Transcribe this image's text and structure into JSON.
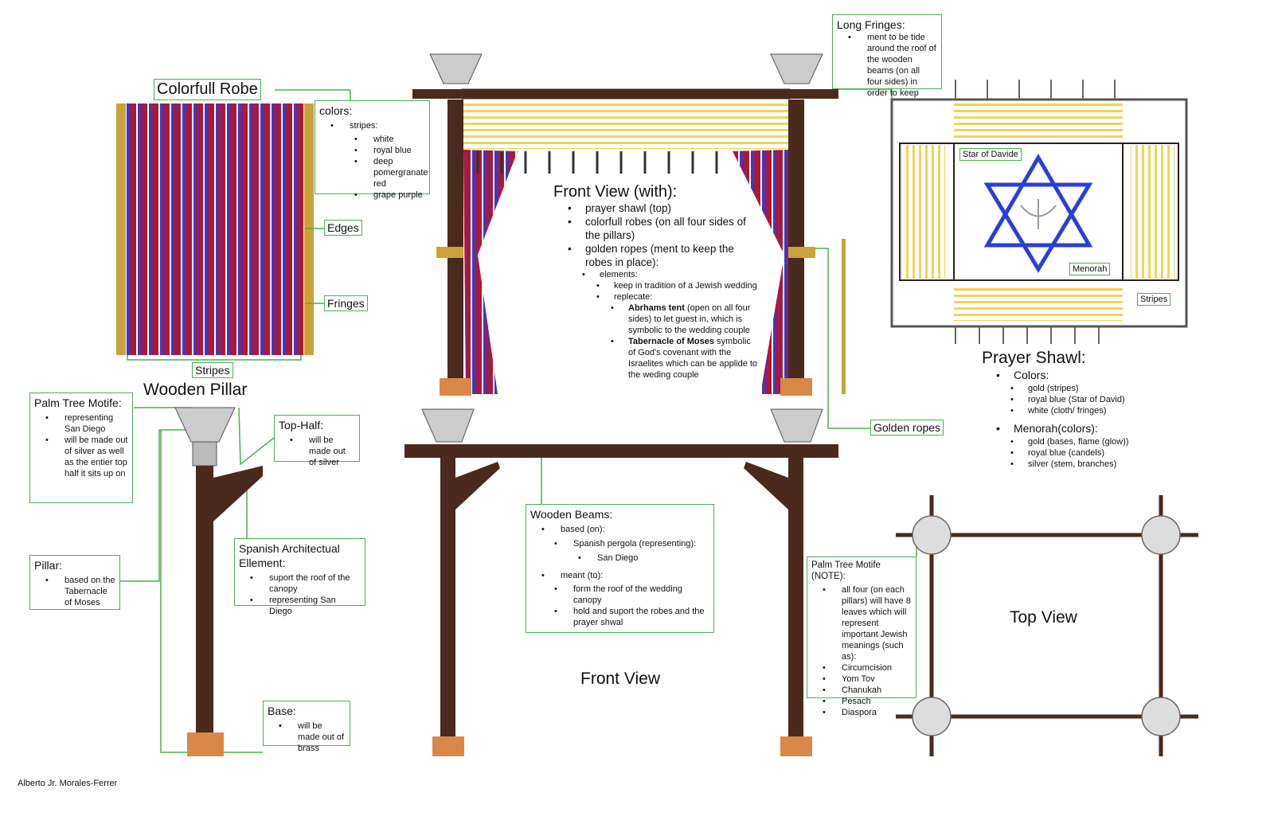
{
  "robe": {
    "title": "Colorfull Robe",
    "colors_heading": "colors:",
    "stripes_label": "stripes:",
    "colors": [
      "white",
      "royal blue",
      "deep pomergranate red",
      "grape purple"
    ],
    "edges": "Edges",
    "fringes": "Fringes",
    "stripes": "Stripes"
  },
  "pillar": {
    "title": "Wooden Pillar",
    "palm": {
      "heading": "Palm Tree Motife:",
      "items": [
        "representing San Diego",
        "will be made out of silver as well as the entier top half it sits up on"
      ]
    },
    "top_half": {
      "heading": "Top-Half:",
      "items": [
        "will be made out of silver"
      ]
    },
    "pillar_note": {
      "heading": "Pillar:",
      "items": [
        "based on the Tabernacle of Moses"
      ]
    },
    "spanish": {
      "heading": "Spanish Architectual Ellement:",
      "items": [
        "suport the roof of the canopy",
        "representing San Diego"
      ]
    },
    "base": {
      "heading": "Base:",
      "items": [
        "will be made out of brass"
      ]
    }
  },
  "front_with": {
    "heading": "Front View (with):",
    "items": [
      "prayer shawl (top)",
      "colorfull robes (on all four sides of the pillars)",
      "golden ropes (ment to keep the robes in place):"
    ],
    "elements": "elements:",
    "tradition": "keep in tradition of a Jewish wedding",
    "replecate": "replecate:",
    "abrham_bold": "Abrhams tent",
    "abrham_text": " (open on all four sides) to let guest in, which is symbolic to the wedding couple",
    "tab_bold": "Tabernacle of Moses",
    "tab_text": " symbolic of God's covenant with the Israelites which can be applide to the weding couple"
  },
  "beams": {
    "heading": "Wooden Beams:",
    "based": "based (on):",
    "pergola": "Spanish pergola (representing):",
    "sd": "San Diego",
    "meant": "meant (to):",
    "meant_items": [
      "form the roof of the wedding canopy",
      "hold and suport the robes and the prayer shwal"
    ]
  },
  "front_view": "Front View",
  "golden_ropes": "Golden ropes",
  "long_fringes": {
    "heading": "Long Fringes:",
    "items": [
      "ment to be tide around the roof of the wooden beams (on all four sides) in order to keep"
    ]
  },
  "shawl": {
    "star": "Star of Davide",
    "menorah": "Menorah",
    "stripes": "Stripes",
    "title": "Prayer Shawl:",
    "colors": "Colors:",
    "color_items": [
      "gold (stripes)",
      "royal blue (Star of David)",
      "white (cloth/ fringes)"
    ],
    "menorah_colors": "Menorah(colors):",
    "menorah_items": [
      "gold (bases, flame (glow))",
      "royal blue (candels)",
      "silver (stem, branches)"
    ]
  },
  "top_view": {
    "title": "Top View",
    "note": {
      "heading": "Palm Tree Motife (NOTE):",
      "text": "all four (on each pillars) will have 8 leaves which will represent important Jewish meanings (such as):",
      "items": [
        "Circumcision",
        "Yom Tov",
        "Chanukah",
        "Pesach",
        "Diaspora"
      ]
    }
  },
  "author": "Alberto Jr. Morales-Ferrer",
  "colors": {
    "wood": "#4a2a1c",
    "gold": "#f2d35a",
    "blue": "#2a3fd8",
    "red": "#c0142a",
    "green": "#4caf50",
    "brass": "#d9884a"
  }
}
